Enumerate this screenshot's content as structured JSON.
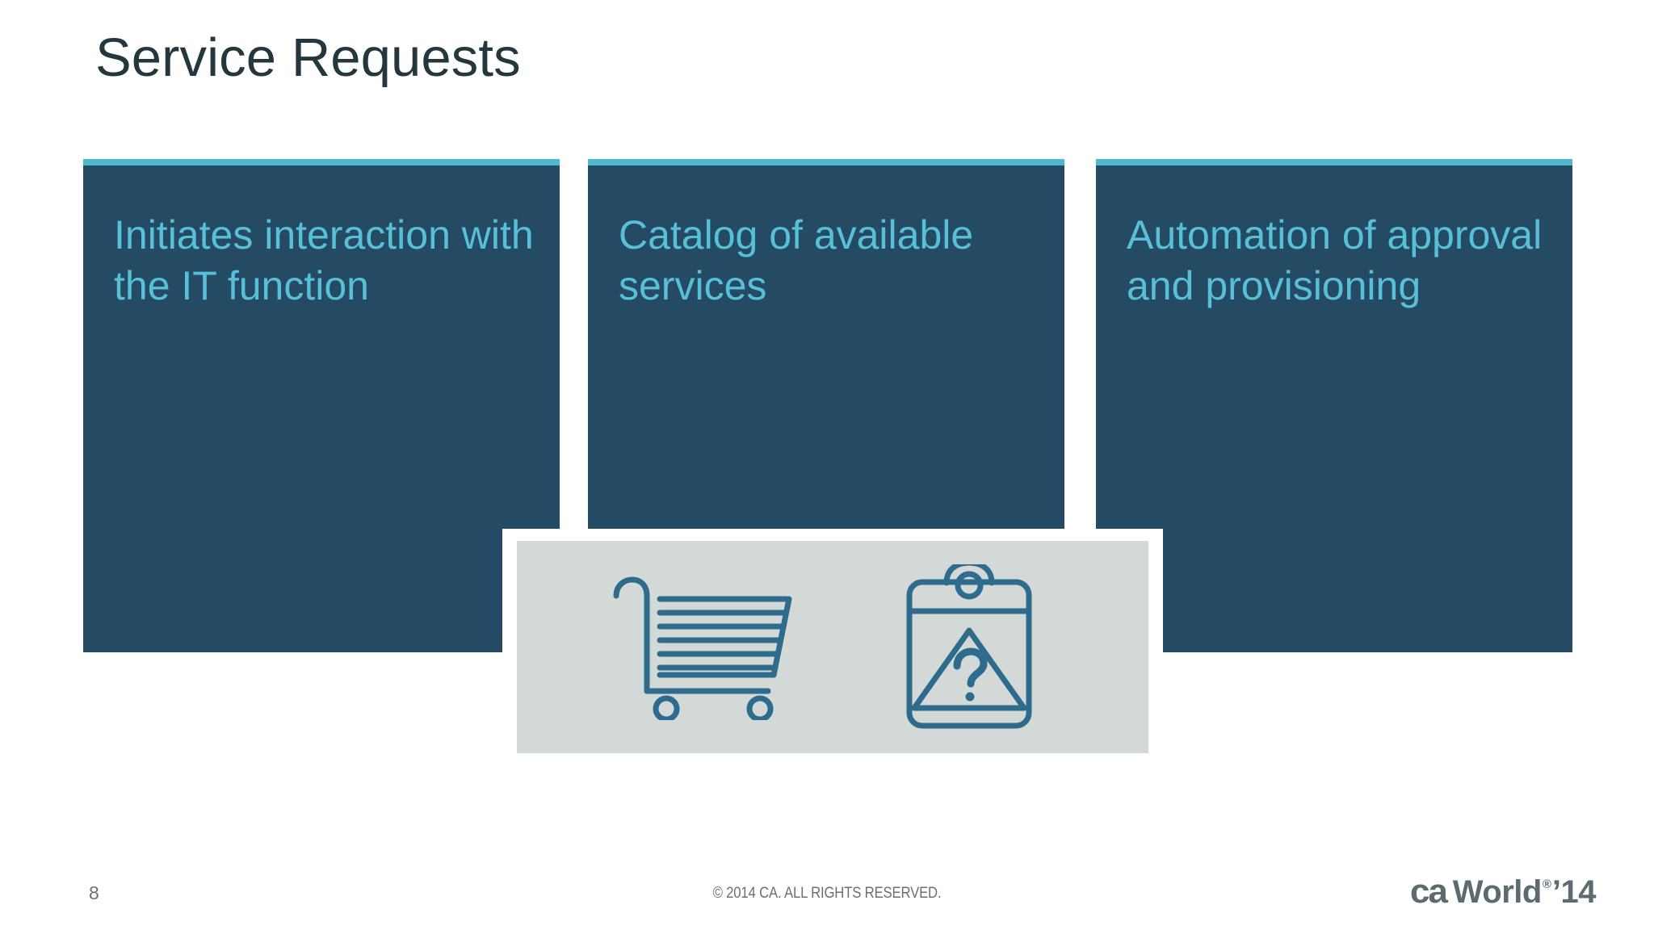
{
  "slide": {
    "title": "Service Requests",
    "background_color": "#ffffff",
    "title_color": "#23373d"
  },
  "panels": [
    {
      "id": "panel-1",
      "text": "Initiates interaction with the IT function",
      "background_color": "#254a63",
      "text_color": "#58bfd8",
      "accent_color": "#4db8d0"
    },
    {
      "id": "panel-2",
      "text": "Catalog of available services",
      "background_color": "#254a63",
      "text_color": "#58bfd8",
      "accent_color": "#4db8d0"
    },
    {
      "id": "panel-3",
      "text": "Automation of approval and provisioning",
      "background_color": "#254a63",
      "text_color": "#58bfd8",
      "accent_color": "#4db8d0"
    }
  ],
  "icon_card": {
    "background_color": "#d2d9d7",
    "frame_color": "#ffffff",
    "icon_color": "#2e6b8c",
    "icons": [
      {
        "name": "shopping-cart-icon",
        "label": "shopping cart"
      },
      {
        "name": "clipboard-question-icon",
        "label": "clipboard with warning question mark"
      }
    ]
  },
  "footer": {
    "page_number": "8",
    "copyright": "© 2014 CA. ALL RIGHTS RESERVED.",
    "text_color": "#6d6e71"
  },
  "logo": {
    "ca": "ca",
    "world": "World",
    "registered_mark": "®",
    "year": "’14",
    "color": "#5c6b70"
  }
}
